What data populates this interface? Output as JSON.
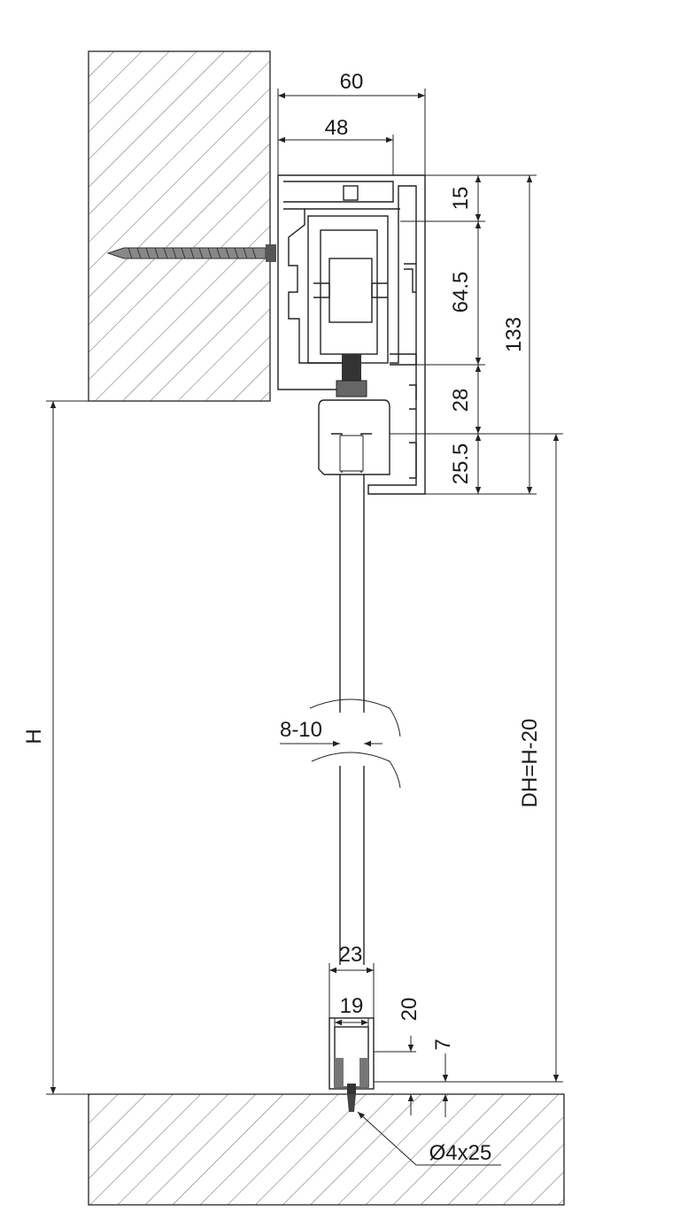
{
  "dimensions": {
    "top_width_outer": "60",
    "top_width_inner": "48",
    "height_15": "15",
    "height_64_5": "64.5",
    "height_28": "28",
    "height_25_5": "25.5",
    "height_133": "133",
    "total_height": "H",
    "door_height": "DH=H-20",
    "glass_thickness": "8-10",
    "guide_outer": "23",
    "guide_inner": "19",
    "guide_depth": "20",
    "guide_base": "7",
    "screw": "Ø4x25"
  }
}
